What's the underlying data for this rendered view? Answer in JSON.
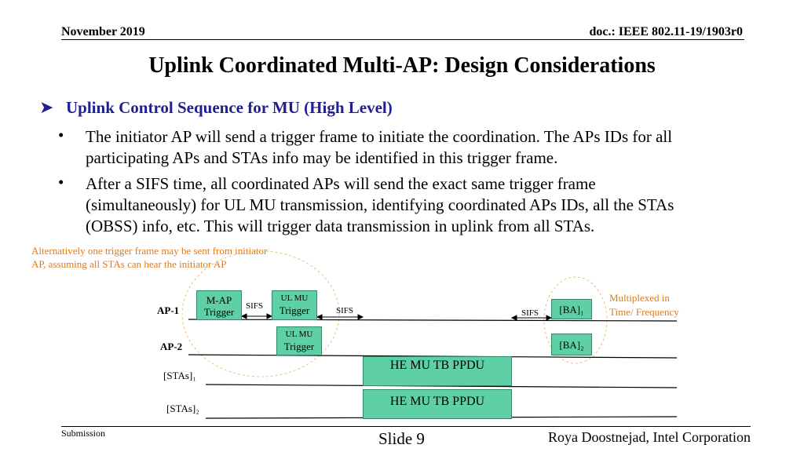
{
  "header": {
    "date": "November 2019",
    "doc": "doc.: IEEE 802.11-19/1903r0"
  },
  "title": "Uplink Coordinated Multi-AP: Design Considerations",
  "subtitle": "Uplink Control Sequence for MU (High Level)",
  "bullets": [
    {
      "line1": "The initiator AP will send a trigger frame to initiate the coordination. The APs IDs for all",
      "line2": "participating APs and STAs info may be identified in this trigger frame."
    },
    {
      "line1": "After a SIFS time, all coordinated APs will send the exact same trigger frame",
      "line2": "(simultaneously) for UL MU transmission, identifying coordinated APs IDs, all the STAs",
      "line3": "(OBSS) info, etc. This will trigger data transmission in uplink from all STAs."
    }
  ],
  "note": {
    "line1": "Alternatively one trigger frame may be sent from initiator",
    "line2": "AP, assuming all STAs can hear the initiator AP"
  },
  "diagram": {
    "rows": {
      "ap1": "AP-1",
      "ap2": "AP-2",
      "stas1": "[STAs]₁",
      "stas2": "[STAs]₂"
    },
    "mapTrigger": {
      "line1": "M-AP",
      "line2": "Trigger"
    },
    "ulmu1": {
      "line1": "UL MU",
      "line2": "Trigger"
    },
    "ulmu2": {
      "line1": "UL MU",
      "line2": "Trigger"
    },
    "sifs": "SIFS",
    "ba1": "[BA]₁",
    "ba2": "[BA]₂",
    "ppdu": "HE MU TB PPDU",
    "multiplexed": {
      "line1": "Multiplexed in",
      "line2": "Time/ Frequency"
    }
  },
  "footer": {
    "left": "Submission",
    "center": "Slide 9",
    "right": "Roya Doostnejad, Intel Corporation"
  }
}
